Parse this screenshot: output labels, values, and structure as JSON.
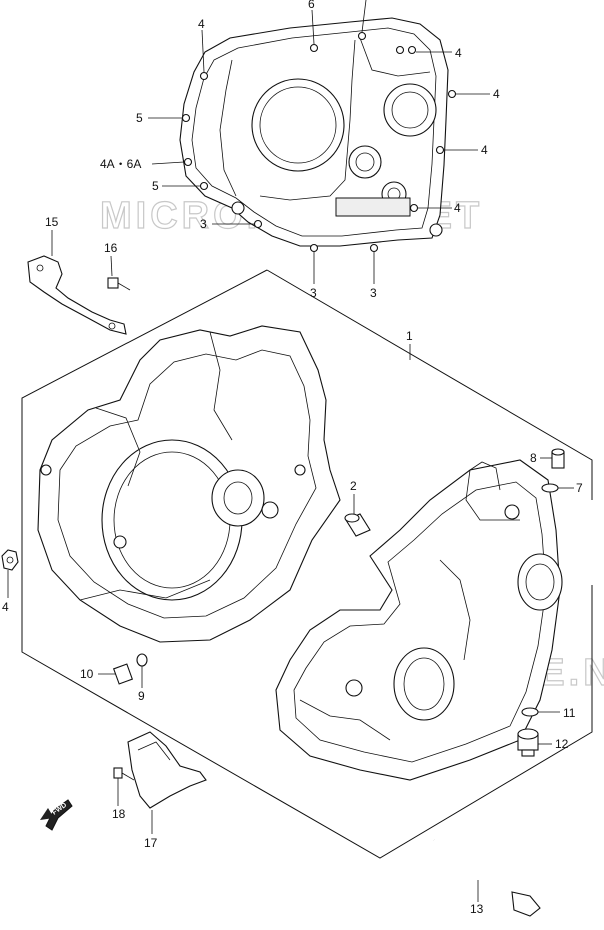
{
  "watermark": {
    "top": "MICROFICHE.NET",
    "bottom": "MICROFICHE.NET"
  },
  "labels": {
    "p1": "1",
    "p2": "2",
    "p3a": "3",
    "p3b": "3",
    "p3c": "3",
    "p4_top": "4",
    "p4_r1": "4",
    "p4_r2": "4",
    "p4_r3": "4",
    "p4_r4": "4",
    "p4_left": "4",
    "p4a6a": "4A・6A",
    "p5a": "5",
    "p5b": "5",
    "p6": "6",
    "p7": "7",
    "p8": "8",
    "p9": "9",
    "p10": "10",
    "p11": "11",
    "p12": "12",
    "p13": "13",
    "p15": "15",
    "p16": "16",
    "p17": "17",
    "p18": "18"
  },
  "fwd": "FWD"
}
